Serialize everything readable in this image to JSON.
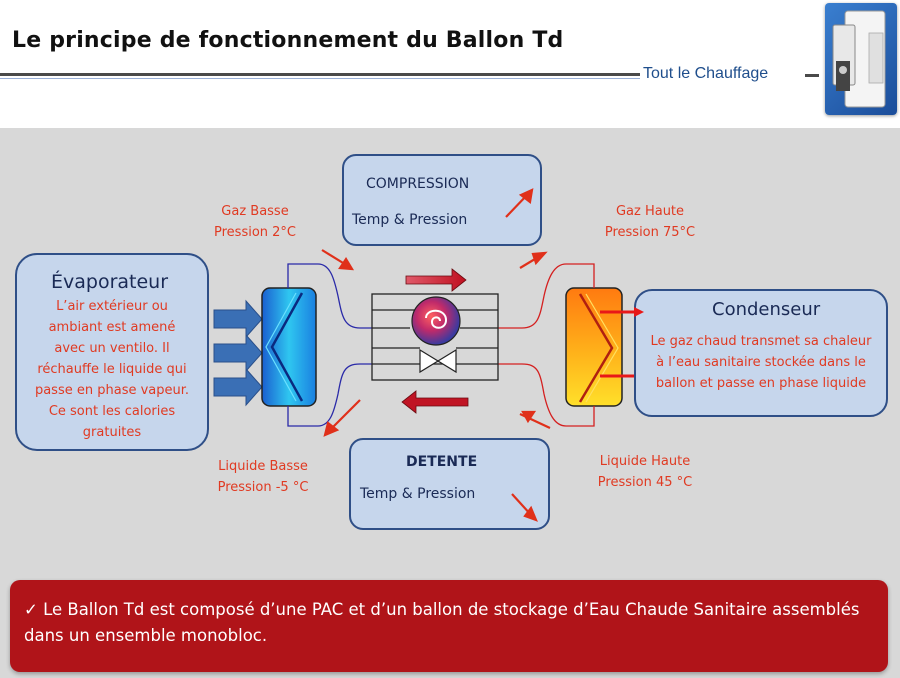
{
  "header": {
    "title": "Le principe de fonctionnement du Ballon Td",
    "brand": "Tout le Chauffage"
  },
  "diagram": {
    "compression": {
      "title": "COMPRESSION",
      "subtitle": "Temp & Pression"
    },
    "detente": {
      "title": "DETENTE",
      "subtitle": "Temp & Pression"
    },
    "evaporateur": {
      "title": "Évaporateur",
      "lines": [
        "L’air extérieur ou",
        "ambiant est amené",
        "avec un ventilo. Il",
        "réchauffe le liquide qui",
        "passe en phase vapeur.",
        "Ce sont les calories",
        "gratuites"
      ]
    },
    "condenseur": {
      "title": "Condenseur",
      "lines": [
        "Le gaz chaud transmet sa chaleur",
        "à l’eau sanitaire stockée dans le",
        "ballon et passe en phase liquide"
      ]
    },
    "labels": {
      "gaz_basse": [
        "Gaz Basse",
        "Pression 2°C"
      ],
      "gaz_haute": [
        "Gaz Haute",
        "Pression 75°C"
      ],
      "liquide_basse": [
        "Liquide Basse",
        "Pression -5 °C"
      ],
      "liquide_haute": [
        "Liquide Haute",
        "Pression 45 °C"
      ]
    }
  },
  "footer": {
    "check": "✓",
    "text": "Le Ballon Td est composé d’une PAC et d’un ballon de stockage d’Eau Chaude Sanitaire assemblés dans un ensemble monobloc."
  },
  "colors": {
    "red_text": "#e03a22",
    "box_fill": "#c6d6ec",
    "box_border": "#2f4f87",
    "footer_bg": "#b01419",
    "arrow_blue": "#3a6fb5"
  }
}
